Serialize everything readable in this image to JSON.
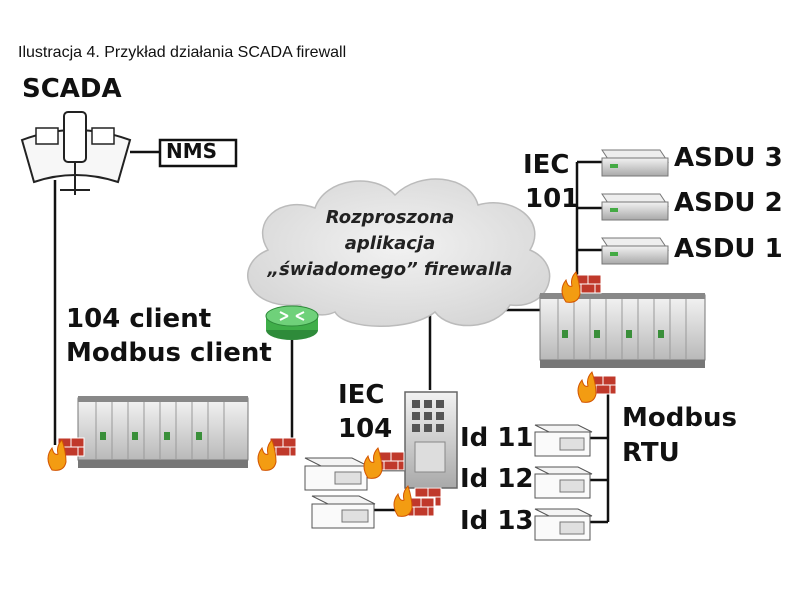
{
  "caption": "Ilustracja 4. Przykład działania SCADA firewall",
  "labels": {
    "scada": "SCADA",
    "nms": "NMS",
    "iec101_line1": "IEC",
    "iec101_line2": "101",
    "asdu3": "ASDU 3",
    "asdu2": "ASDU 2",
    "asdu1": "ASDU 1",
    "cloud_line1": "Rozproszona",
    "cloud_line2": "aplikacja",
    "cloud_line3": "„świadomego” firewalla",
    "client_line1": "104 client",
    "client_line2": "Modbus client",
    "iec104_line1": "IEC",
    "iec104_line2": "104",
    "id11": "Id 11",
    "id12": "Id 12",
    "id13": "Id 13",
    "modbus_line1": "Modbus",
    "modbus_line2": "RTU"
  },
  "colors": {
    "cloud_fill": "#e4e4e4",
    "line": "#111111",
    "router": "#3fae49",
    "brick": "#c0392b",
    "flame": "#f39c12"
  }
}
